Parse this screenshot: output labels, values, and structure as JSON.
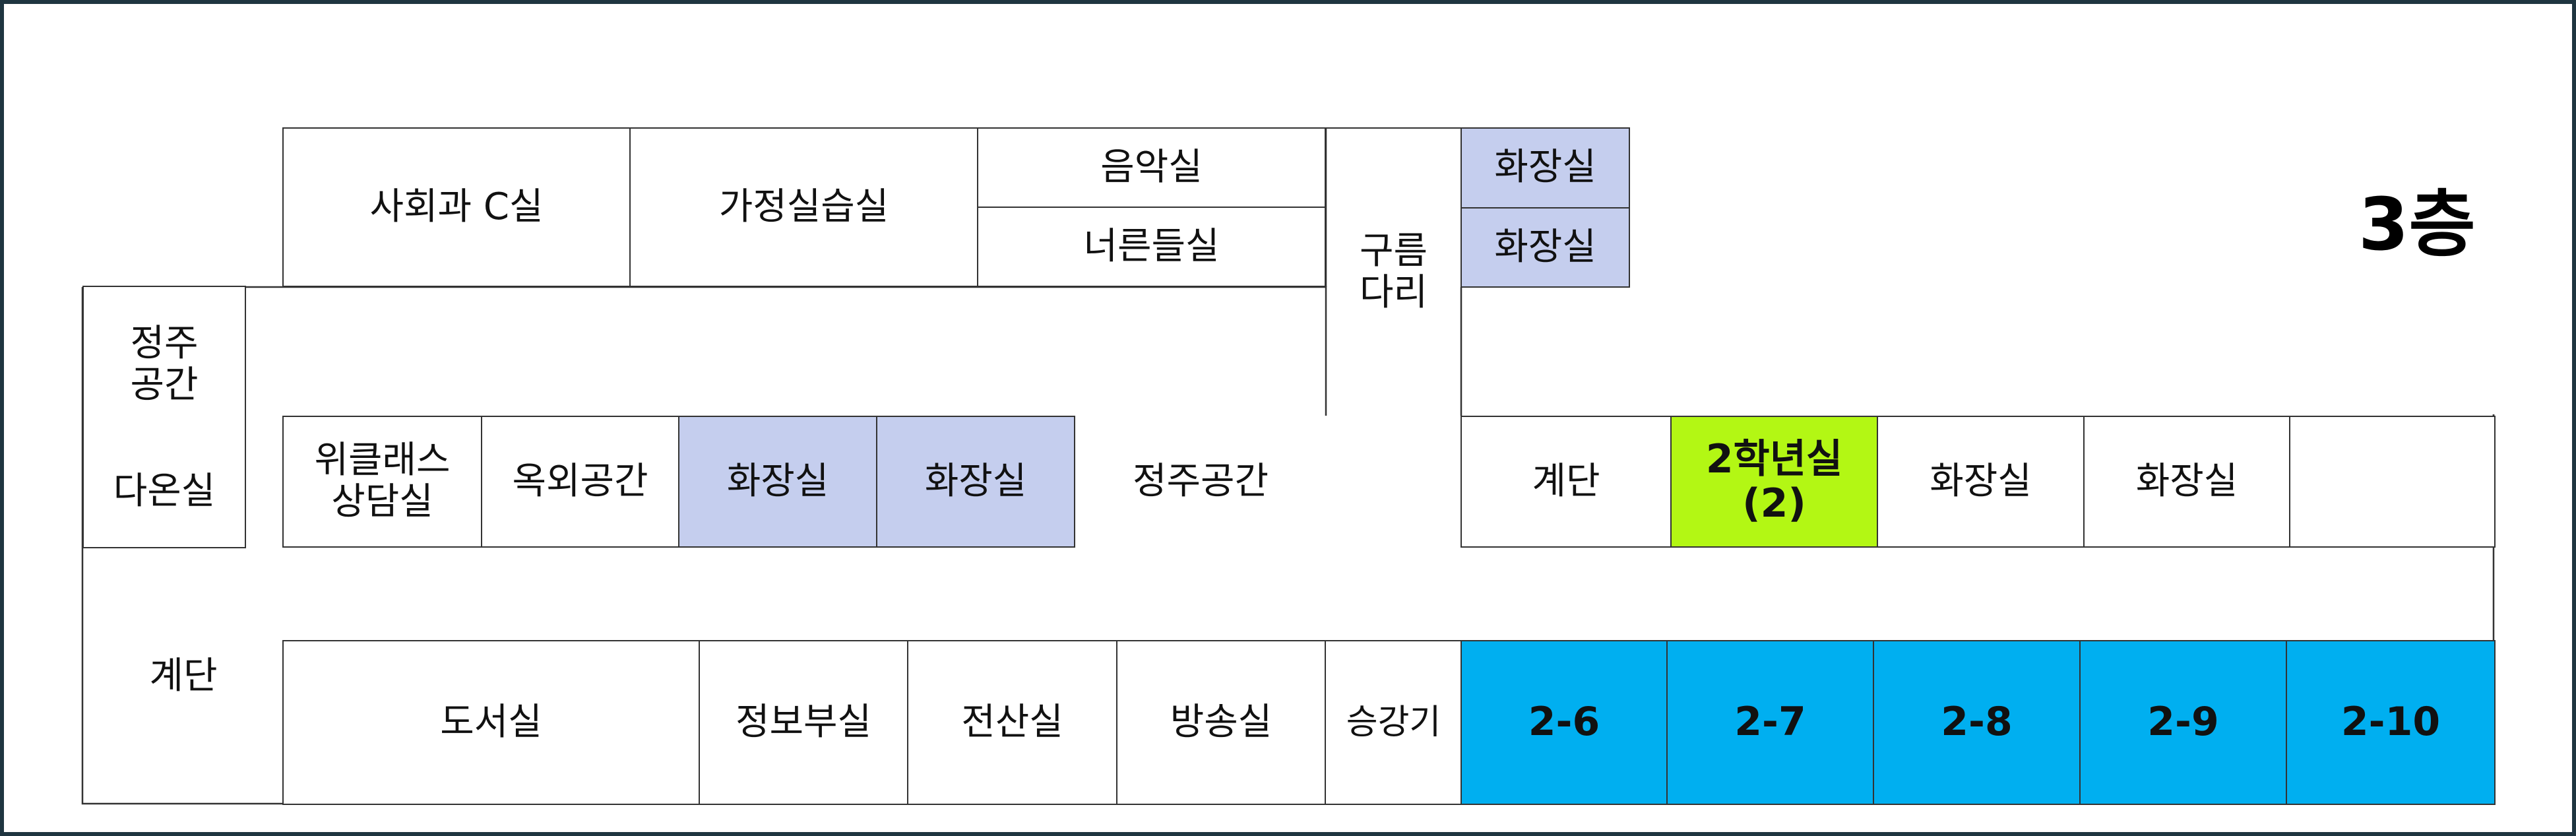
{
  "floor_label": "3층",
  "colors": {
    "toilet": "#c5ceee",
    "highlight": "#b3f714",
    "classroom": "#00aff0",
    "border": "#333333"
  },
  "rooms": {
    "social_c": "사회과 C실",
    "home_ec": "가정실습실",
    "music": "음악실",
    "neoreun": "너른들실",
    "bridge": "구름\n다리",
    "toilet_top1": "화장실",
    "toilet_top2": "화장실",
    "jeongju_left": "정주\n공간",
    "daon": "다온실",
    "wee_class": "위클래스\n상담실",
    "outdoor": "옥외공간",
    "toilet_mid1": "화장실",
    "toilet_mid2": "화장실",
    "jeongju_mid": "정주공간",
    "stairs_right": "계단",
    "grade2_office": "2학년실\n(2)",
    "toilet_right1": "화장실",
    "toilet_right2": "화장실",
    "stairs_left": "계단",
    "library": "도서실",
    "info": "정보부실",
    "computer": "전산실",
    "broadcast": "방송실",
    "elevator": "승강기",
    "class_2_6": "2-6",
    "class_2_7": "2-7",
    "class_2_8": "2-8",
    "class_2_9": "2-9",
    "class_2_10": "2-10"
  }
}
